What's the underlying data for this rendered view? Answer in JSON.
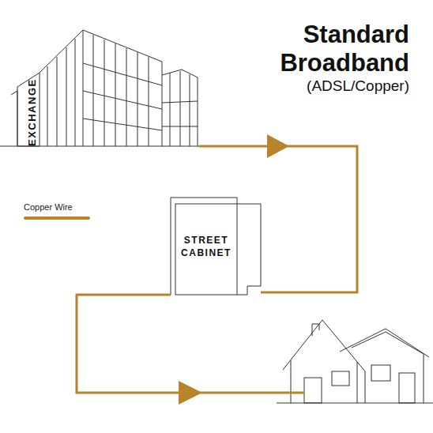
{
  "diagram": {
    "title": "Standard Broadband",
    "nodes": [
      {
        "text": [
          "EXCHANGE"
        ]
      },
      {
        "text": [
          "STREET CABINET"
        ]
      }
    ],
    "edges": [
      {
        "from": 0,
        "to": 1,
        "arrow": "to"
      }
    ],
    "labels": [
      "(ADSL/Copper)"
    ],
    "legend": [
      {
        "text": "Copper Wire"
      }
    ]
  }
}
